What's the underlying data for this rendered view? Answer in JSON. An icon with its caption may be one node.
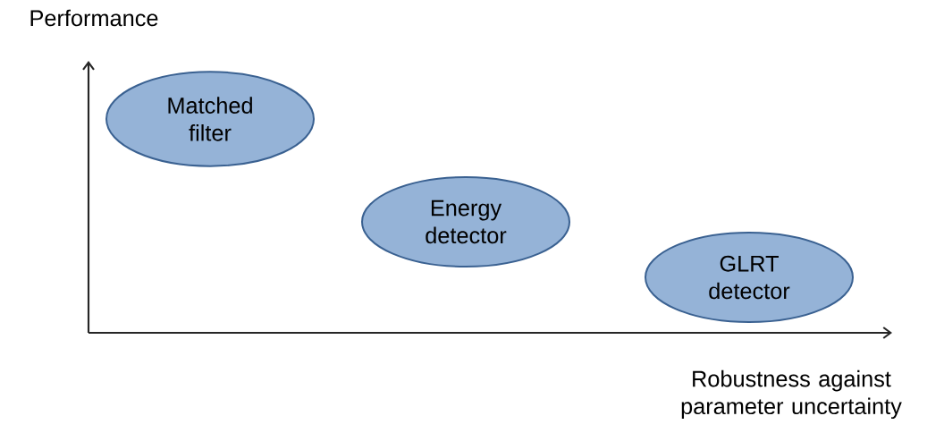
{
  "diagram": {
    "nodes": [
      {
        "text": [
          "Matched filter"
        ]
      },
      {
        "text": [
          "Energy detector"
        ]
      },
      {
        "text": [
          "GLRT detector"
        ]
      }
    ],
    "labels": [
      "Performance",
      "Robustness against parameter uncertainty"
    ]
  }
}
